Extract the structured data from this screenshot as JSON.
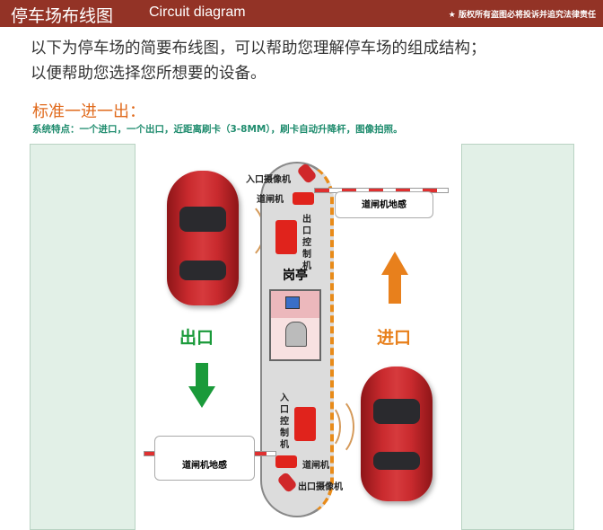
{
  "header": {
    "title_cn": "停车场布线图",
    "title_en": "Circuit diagram",
    "copyright": "★ 版权所有盗图必将投诉并追究法律责任"
  },
  "intro": {
    "line1": "以下为停车场的简要布线图，可以帮助您理解停车场的组成结构；",
    "line2": "以便帮助您选择您所想要的设备。"
  },
  "section": {
    "title": "标准一进一出：",
    "features": "系统特点：一个进口，一个出口，近距离刷卡（3-8MM），刷卡自动升降杆，图像拍照。"
  },
  "diagram": {
    "entry_camera": "入口摄像机",
    "barrier_top": "道闸机",
    "loop_top": "道闸机地感",
    "exit_controller": "出口控制机",
    "booth": "岗亭",
    "entry_controller": "入口控制机",
    "barrier_bottom": "道闸机",
    "exit_camera": "出口摄像机",
    "loop_bottom": "道闸机地感",
    "exit_label": "出口",
    "entry_label": "进口",
    "colors": {
      "exit": "#1a9a3a",
      "entry": "#e8801c",
      "header": "#933326"
    }
  }
}
